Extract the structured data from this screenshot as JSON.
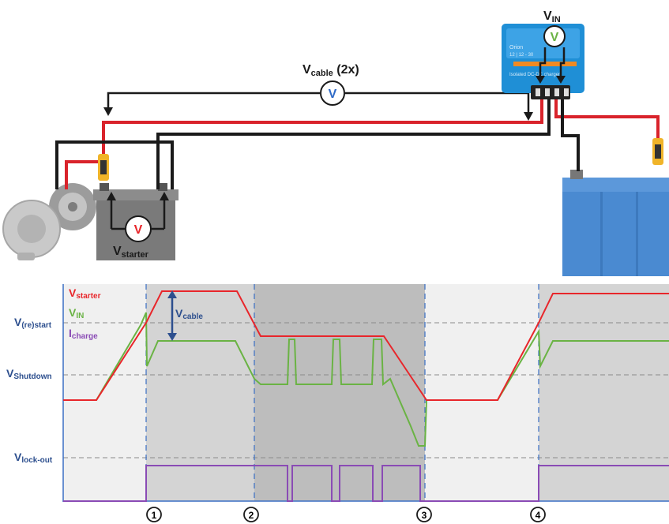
{
  "wiring": {
    "vin_main": "V",
    "vin_sub": "IN",
    "vcable_main": "V",
    "vcable_sub": "cable",
    "vcable_suffix": " (2x)",
    "vstarter_main": "V",
    "vstarter_sub": "starter",
    "meter_glyph": "V",
    "charger_line1": "Orion",
    "charger_line2": "12 | 12 - 30",
    "charger_line3": "Isolated DC-DC charger"
  },
  "timing": {
    "legend": {
      "vstarter_main": "V",
      "vstarter_sub": "starter",
      "vin_main": "V",
      "vin_sub": "IN",
      "icharge_main": "I",
      "icharge_sub": "charge"
    },
    "levels": {
      "restart_main": "V",
      "restart_sub": "(re)start",
      "shutdown_main": "V",
      "shutdown_sub": "Shutdown",
      "lockout_main": "V",
      "lockout_sub": "lock-out"
    },
    "vcable_main": "V",
    "vcable_sub": "cable",
    "markers": [
      "1",
      "2",
      "3",
      "4"
    ]
  },
  "colors": {
    "vstarter": "#e8262b",
    "vin": "#6ab344",
    "icharge": "#8a4bb5",
    "level_text": "#2d4f8e",
    "cable_red": "#d9232b",
    "cable_black": "#1a1a1a",
    "charger_blue": "#1f8fd6",
    "battery_blue": "#4a8ad1"
  }
}
